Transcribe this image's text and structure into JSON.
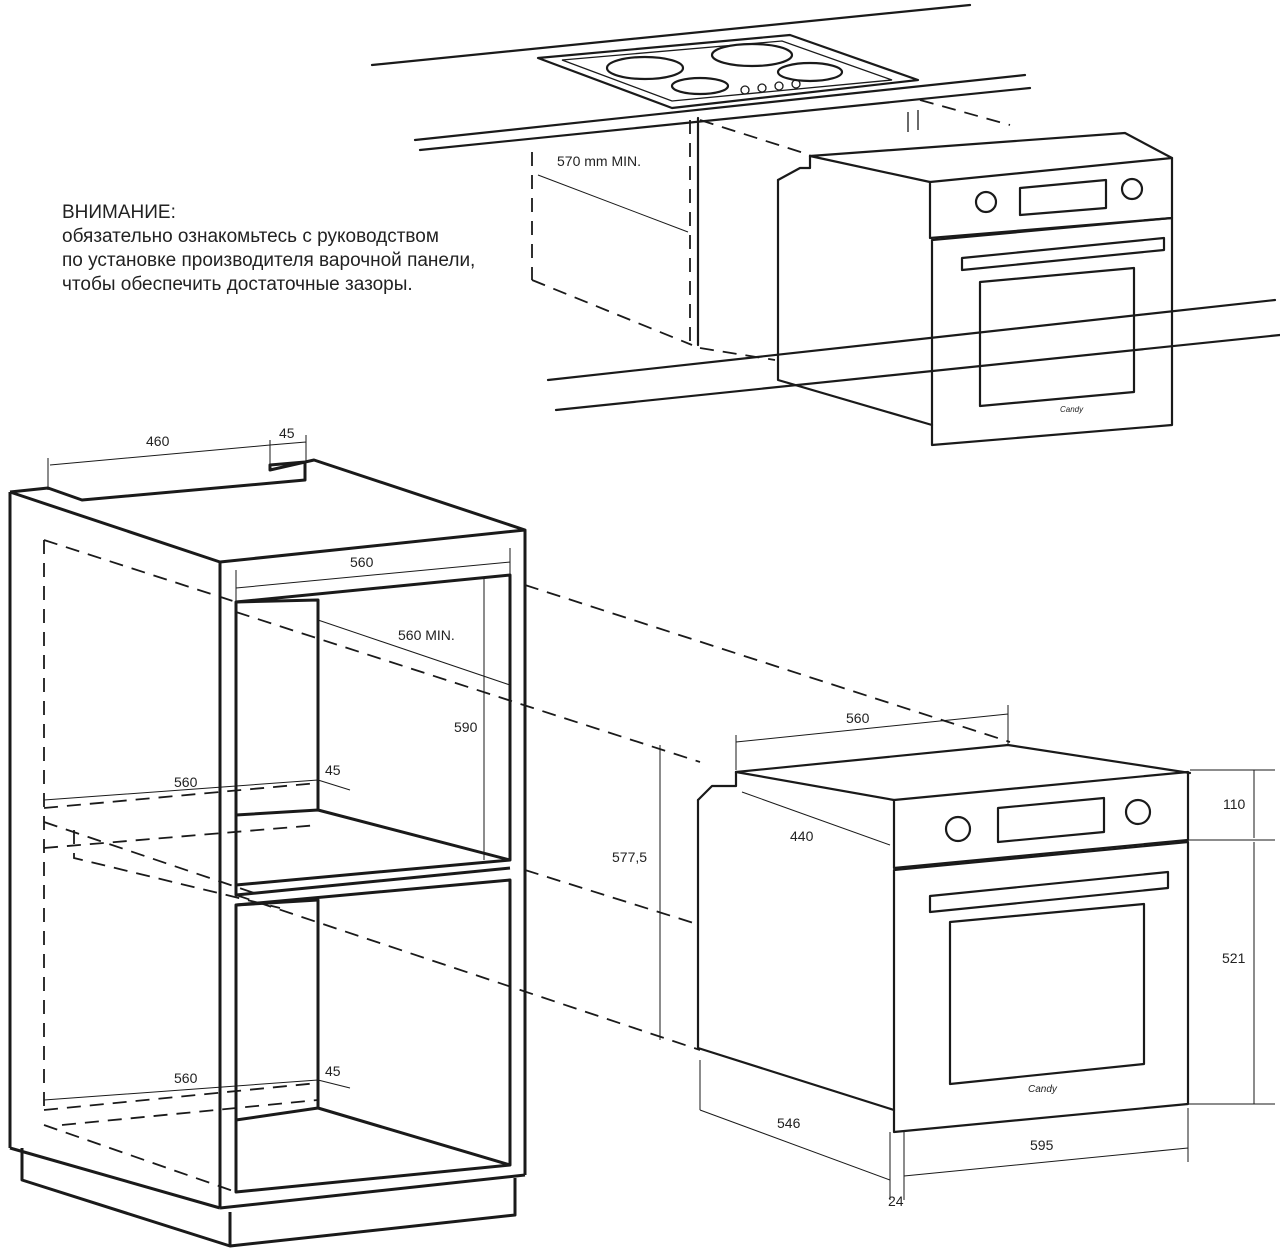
{
  "warning": {
    "title": "ВНИМАНИЕ:",
    "lines": [
      "обязательно ознакомьтесь с руководством",
      "по установке производителя варочной панели,",
      "чтобы обеспечить достаточные зазоры."
    ]
  },
  "dimensions": {
    "hob_clearance": "570 mm MIN.",
    "cabinet_top_depth": "460",
    "cabinet_top_notch": "45",
    "niche_width": "560",
    "niche_depth_min": "560 MIN.",
    "niche_height": "590",
    "shelf_mid_width": "560",
    "shelf_mid_notch": "45",
    "shelf_bottom_width": "560",
    "shelf_bottom_notch": "45",
    "oven_body_width": "560",
    "oven_body_depth": "440",
    "oven_body_height": "577,5",
    "oven_panel_height": "110",
    "oven_door_height": "521",
    "oven_total_depth": "546",
    "oven_front_width": "595",
    "oven_front_thickness": "24"
  }
}
